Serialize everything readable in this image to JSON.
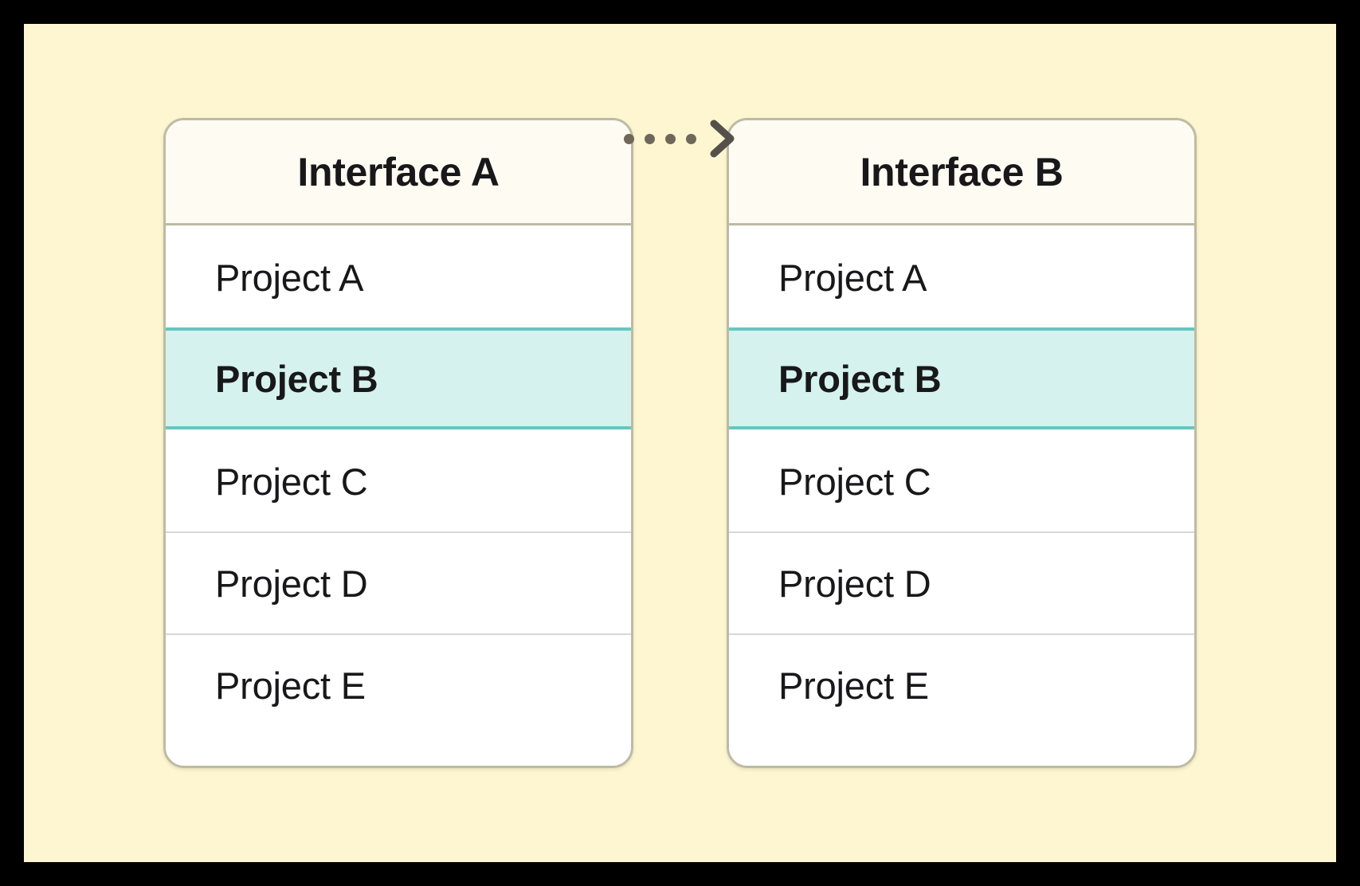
{
  "colors": {
    "frame": "#000000",
    "canvas_background": "#FDF6D1",
    "card_background": "#FFFFFF",
    "card_border": "#BDBBA4",
    "header_background": "#FDFBF2",
    "highlight_fill": "#D6F2EE",
    "highlight_border": "#67C6C0",
    "row_divider": "#D8D8D8",
    "text": "#18181A",
    "connector": "#6F685A"
  },
  "diagram": {
    "type": "interface-sync-comparison",
    "panels": [
      {
        "id": "interface-a",
        "title": "Interface A",
        "rows": [
          {
            "label": "Project A",
            "highlighted": false,
            "divider_above": false
          },
          {
            "label": "Project B",
            "highlighted": true,
            "divider_above": false
          },
          {
            "label": "Project C",
            "highlighted": false,
            "divider_above": false
          },
          {
            "label": "Project D",
            "highlighted": false,
            "divider_above": true
          },
          {
            "label": "Project E",
            "highlighted": false,
            "divider_above": true
          }
        ]
      },
      {
        "id": "interface-b",
        "title": "Interface B",
        "rows": [
          {
            "label": "Project A",
            "highlighted": false,
            "divider_above": false
          },
          {
            "label": "Project B",
            "highlighted": true,
            "divider_above": false
          },
          {
            "label": "Project C",
            "highlighted": false,
            "divider_above": false
          },
          {
            "label": "Project D",
            "highlighted": false,
            "divider_above": true
          },
          {
            "label": "Project E",
            "highlighted": false,
            "divider_above": true
          }
        ]
      }
    ],
    "connector": {
      "icon": "dotted-arrow-right-icon",
      "dot_count": 4,
      "direction": "right"
    }
  }
}
